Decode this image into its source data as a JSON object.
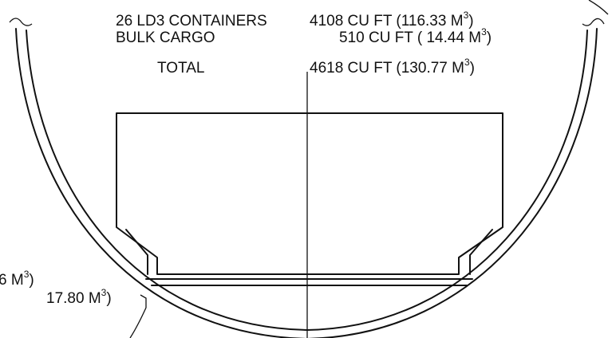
{
  "table": {
    "rows": [
      {
        "label": "26 LD3 CONTAINERS",
        "value_prefix": "4108 CU FT (116.33 M",
        "sup": "3",
        "suffix": ")"
      },
      {
        "label": "BULK CARGO",
        "value_prefix": "510 CU FT ( 14.44 M",
        "sup": "3",
        "suffix": ")"
      },
      {
        "label": "TOTAL",
        "value_prefix": "4618 CU FT (130.77 M",
        "sup": "3",
        "suffix": ")"
      }
    ]
  },
  "cut_labels": {
    "upper": {
      "prefix": "6 M",
      "sup": "3",
      "suffix": ")"
    },
    "lower": {
      "prefix": "17.80 M",
      "sup": "3",
      "suffix": ")"
    }
  },
  "colors": {
    "ink": "#111111",
    "background": "#ffffff"
  }
}
